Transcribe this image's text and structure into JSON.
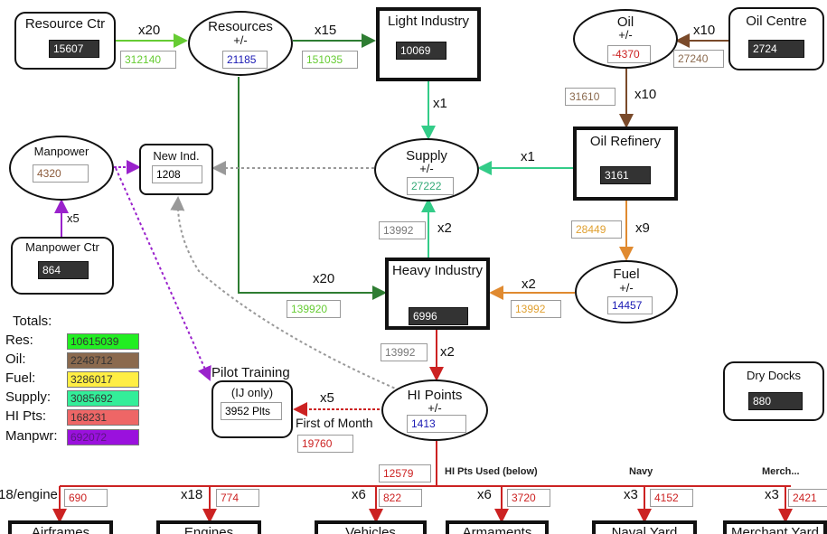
{
  "colors": {
    "resources": "#66cc33",
    "supply": "#33cc88",
    "oil": "#7a4a2a",
    "fuel": "#e08a30",
    "hi_points": "#cc2222",
    "manpower": "#9a22cc",
    "grey_link": "#999999",
    "blue_value": "#1a1ab4"
  },
  "nodes": {
    "resource_ctr": {
      "title": "Resource Ctr",
      "value": "15607"
    },
    "resources": {
      "title": "Resources",
      "sub": "+/-",
      "value": "21185"
    },
    "light_industry": {
      "title": "Light Industry",
      "value": "10069"
    },
    "oil": {
      "title": "Oil",
      "sub": "+/-",
      "value": "-4370"
    },
    "oil_centre": {
      "title": "Oil Centre",
      "value": "2724"
    },
    "manpower": {
      "title": "Manpower",
      "value": "4320"
    },
    "new_ind": {
      "title": "New Ind.",
      "value": "1208"
    },
    "supply": {
      "title": "Supply",
      "sub": "+/-",
      "value": "27222"
    },
    "oil_refinery": {
      "title": "Oil Refinery",
      "value": "3161"
    },
    "manpower_ctr": {
      "title": "Manpower Ctr",
      "value": "864"
    },
    "heavy_industry": {
      "title": "Heavy Industry",
      "value": "6996"
    },
    "fuel": {
      "title": "Fuel",
      "sub": "+/-",
      "value": "14457"
    },
    "pilot_training": {
      "title": "Pilot Training",
      "sub": "(IJ only)",
      "value": "3952 Plts"
    },
    "hi_points": {
      "title": "HI Points",
      "sub": "+/-",
      "value": "1413"
    },
    "dry_docks": {
      "title": "Dry Docks",
      "value": "880"
    }
  },
  "edges": {
    "rc_res": {
      "mult": "x20",
      "value": "312140"
    },
    "res_li": {
      "mult": "x15",
      "value": "151035"
    },
    "oc_oil": {
      "mult": "x10",
      "value": "27240"
    },
    "oil_ref": {
      "mult": "x10",
      "value": "31610"
    },
    "li_sup": {
      "mult": "x1"
    },
    "ref_sup": {
      "mult": "x1"
    },
    "mc_mp": {
      "mult": "x5"
    },
    "hi_sup": {
      "mult": "x2",
      "value": "13992"
    },
    "ref_fuel": {
      "mult": "x9",
      "value": "28449"
    },
    "res_hi": {
      "mult": "x20",
      "value": "139920"
    },
    "fuel_hi": {
      "mult": "x2",
      "value": "13992"
    },
    "hi_hip": {
      "mult": "x2",
      "value": "13992"
    },
    "hip_pilot": {
      "mult": "x5",
      "label": "First of Month",
      "value": "19760"
    },
    "hip_used": {
      "label": "HI Pts Used (below)",
      "value": "12579"
    }
  },
  "totals": {
    "title": "Totals:",
    "items": [
      {
        "label": "Res:",
        "value": "10615039",
        "color": "#22ee22"
      },
      {
        "label": "Oil:",
        "value": "2248712",
        "color": "#8b6a4e"
      },
      {
        "label": "Fuel:",
        "value": "3286017",
        "color": "#ffee44"
      },
      {
        "label": "Supply:",
        "value": "3085692",
        "color": "#33ee99"
      },
      {
        "label": "HI Pts:",
        "value": "168231",
        "color": "#ee6666"
      },
      {
        "label": "Manpwr:",
        "value": "692072",
        "color": "#9a11dd"
      }
    ]
  },
  "production": {
    "columns": [
      {
        "mult": "18/engine",
        "value": "690",
        "title": "Airframes"
      },
      {
        "mult": "x18",
        "value": "774",
        "title": "Engines"
      },
      {
        "mult": "x6",
        "value": "822",
        "title": "Vehicles"
      },
      {
        "mult": "x6",
        "value": "3720",
        "title": "Armaments"
      },
      {
        "mult": "x3",
        "value": "4152",
        "title": "Naval Yard",
        "header": "Navy"
      },
      {
        "mult": "x3",
        "value": "2421",
        "title": "Merchant Yard",
        "header": "Merch..."
      }
    ]
  }
}
